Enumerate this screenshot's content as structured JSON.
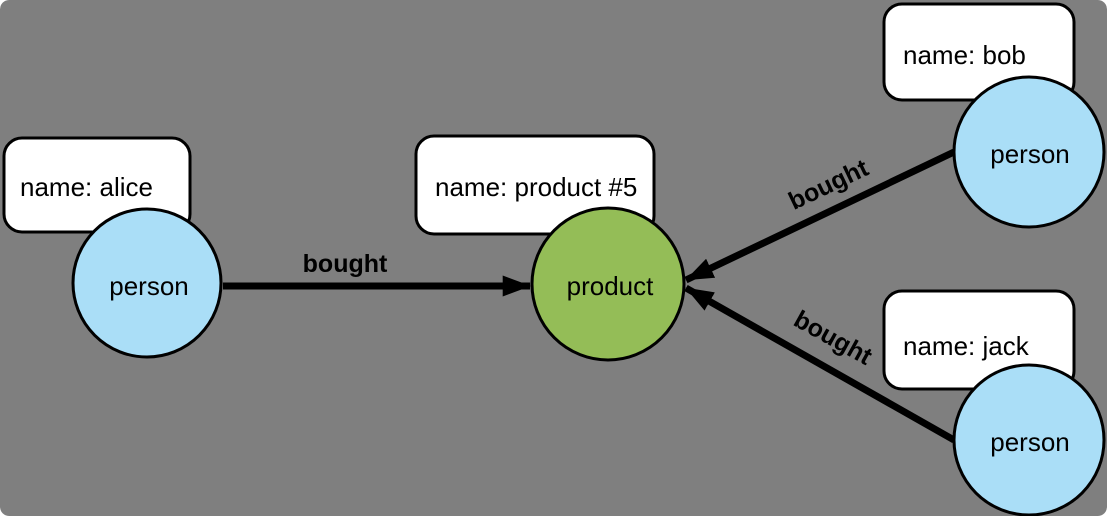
{
  "colors": {
    "background": "#7f7f7f",
    "person_fill": "#aadef7",
    "product_fill": "#94bd57",
    "node_border": "#000000",
    "property_box_fill": "#ffffff",
    "edge_color": "#000000",
    "text_color": "#000000"
  },
  "nodes": {
    "alice": {
      "label": "person",
      "property": "name: alice"
    },
    "product": {
      "label": "product",
      "property": "name: product #5"
    },
    "bob": {
      "label": "person",
      "property": "name: bob"
    },
    "jack": {
      "label": "person",
      "property": "name: jack"
    }
  },
  "edges": {
    "alice_bought": {
      "label": "bought",
      "from": "person (alice)",
      "to": "product"
    },
    "bob_bought": {
      "label": "bought",
      "from": "person (bob)",
      "to": "product"
    },
    "jack_bought": {
      "label": "bought",
      "from": "person (jack)",
      "to": "product"
    }
  }
}
